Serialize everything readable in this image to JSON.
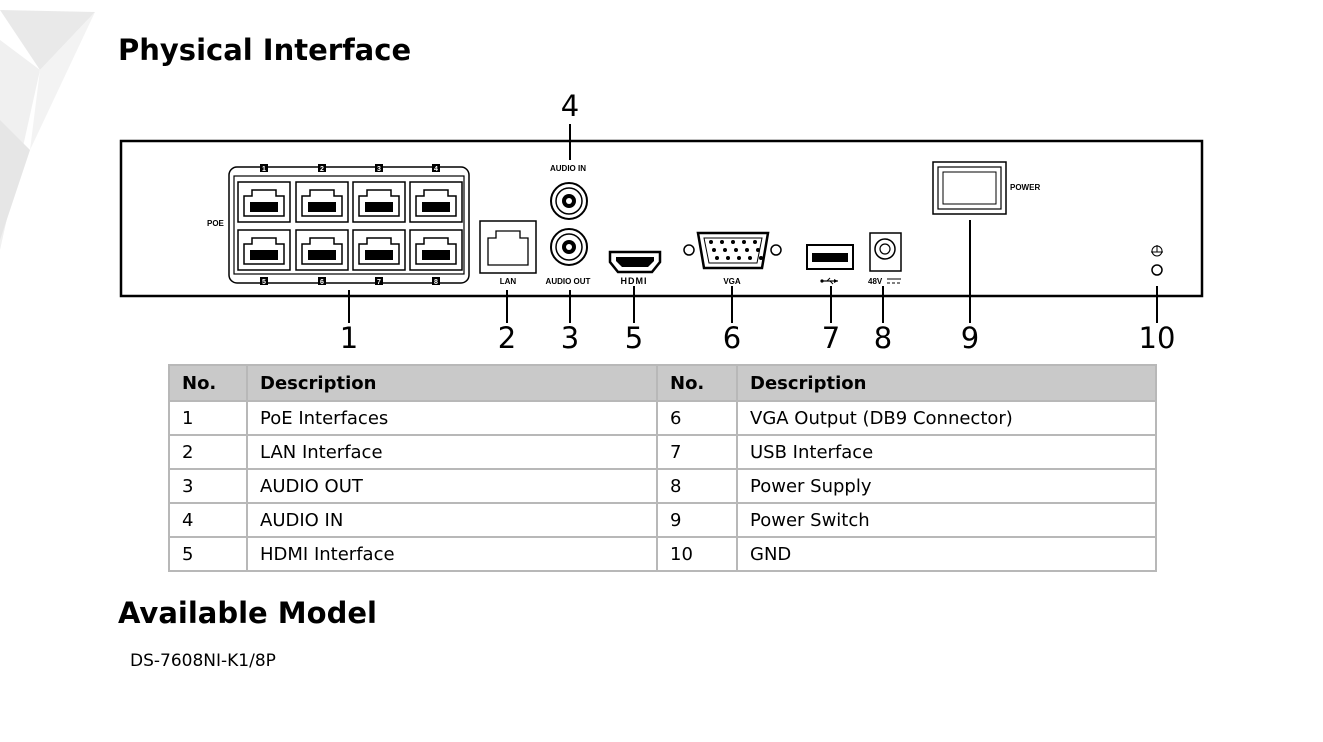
{
  "headings": {
    "physical": "Physical Interface",
    "available": "Available Model"
  },
  "model": "DS-7608NI-K1/8P",
  "panel_labels": {
    "poe": "POE",
    "poe_ports_top": [
      "1",
      "2",
      "3",
      "4"
    ],
    "poe_ports_bottom": [
      "5",
      "6",
      "7",
      "8"
    ],
    "lan": "LAN",
    "audio_in": "AUDIO IN",
    "audio_out": "AUDIO OUT",
    "hdmi": "HDMI",
    "vga": "VGA",
    "dc": "48V",
    "power": "POWER"
  },
  "callouts": [
    "1",
    "2",
    "3",
    "4",
    "5",
    "6",
    "7",
    "8",
    "9",
    "10"
  ],
  "table": {
    "headers": [
      "No.",
      "Description",
      "No.",
      "Description"
    ],
    "rows": [
      [
        "1",
        "PoE Interfaces",
        "6",
        "VGA Output (DB9 Connector)"
      ],
      [
        "2",
        "LAN Interface",
        "7",
        "USB Interface"
      ],
      [
        "3",
        "AUDIO OUT",
        "8",
        "Power Supply"
      ],
      [
        "4",
        "AUDIO IN",
        "9",
        "Power Switch"
      ],
      [
        "5",
        "HDMI Interface",
        "10",
        "GND"
      ]
    ]
  },
  "colors": {
    "table_header_bg": "#c9c9c9",
    "table_border": "#b8b8b8"
  },
  "icons": [
    "usb-icon",
    "ground-icon",
    "dc-polarity-icon"
  ]
}
